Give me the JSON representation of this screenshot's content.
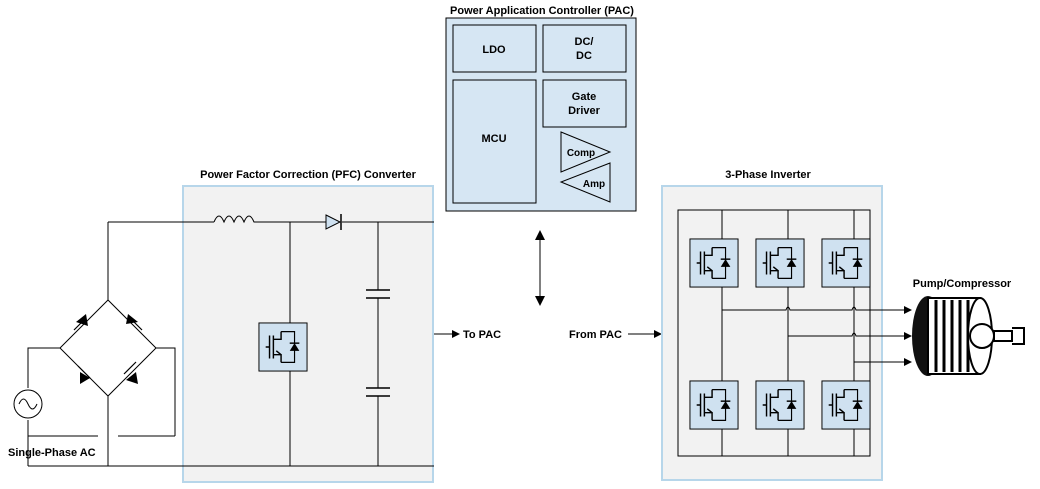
{
  "pac": {
    "title": "Power Application Controller (PAC)",
    "ldo": "LDO",
    "dcdc_line1": "DC/",
    "dcdc_line2": "DC",
    "mcu": "MCU",
    "gate_line1": "Gate",
    "gate_line2": "Driver",
    "comp": "Comp",
    "amp": "Amp"
  },
  "pfc": {
    "title": "Power Factor Correction (PFC) Converter"
  },
  "inverter": {
    "title": "3-Phase Inverter"
  },
  "source": {
    "label": "Single-Phase AC"
  },
  "load": {
    "label": "Pump/Compressor"
  },
  "signals": {
    "to_pac": "To PAC",
    "from_pac": "From PAC"
  },
  "colors": {
    "block_border": "#b7d6ea",
    "block_fill": "#f2f2f2",
    "switch_fill": "#cfe1f0",
    "pac_fill": "#d6e6f3"
  }
}
